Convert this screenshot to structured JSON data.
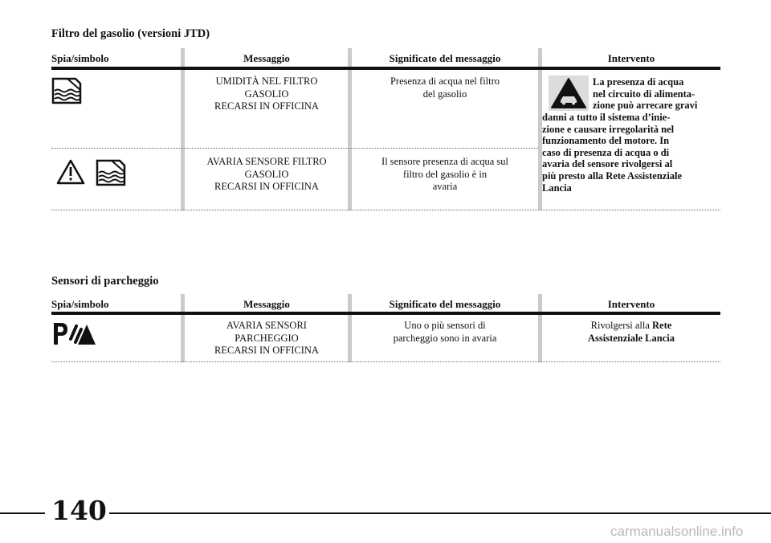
{
  "section1": {
    "title": "Filtro del gasolio (versioni JTD)",
    "headers": [
      "Spia/simbolo",
      "Messaggio",
      "Significato del messaggio",
      "Intervento"
    ],
    "rows": [
      {
        "icons": [
          "fuel-filter-water-icon"
        ],
        "message": [
          "UMIDITÀ NEL FILTRO",
          "GASOLIO",
          "RECARSI IN OFFICINA"
        ],
        "meaning": [
          "Presenza di acqua nel filtro",
          "del gasolio"
        ]
      },
      {
        "icons": [
          "warning-triangle-icon",
          "fuel-filter-water-icon"
        ],
        "message": [
          "AVARIA SENSORE FILTRO",
          "GASOLIO",
          "RECARSI IN OFFICINA"
        ],
        "meaning": [
          "Il sensore presenza di acqua sul",
          "filtro del gasolio è in",
          "avaria"
        ]
      }
    ],
    "intervention": {
      "icon": "car-warning-icon",
      "lines": [
        "La presenza di acqua",
        "nel circuito di alimenta-",
        "zione può arrecare gravi",
        "danni a tutto il sistema d’inie-",
        "zione e causare irregolarità nel",
        "funzionamento del motore. In",
        "caso di presenza di acqua o di",
        "avaria del sensore rivolgersi al",
        "più presto alla Rete Assistenziale",
        "Lancia"
      ]
    }
  },
  "section2": {
    "title": "Sensori di parcheggio",
    "headers": [
      "Spia/simbolo",
      "Messaggio",
      "Significato del messaggio",
      "Intervento"
    ],
    "row": {
      "icon": "parking-sensor-icon",
      "message": [
        "AVARIA SENSORI",
        "PARCHEGGIO",
        "RECARSI IN OFFICINA"
      ],
      "meaning": [
        "Uno o più sensori di",
        "parcheggio sono in avaria"
      ],
      "intervention_prefix": "Rivolgersi alla ",
      "intervention_bold": "Rete",
      "intervention_line2": "Assistenziale Lancia"
    }
  },
  "page_number": "140",
  "watermark": "carmanualsonline.info"
}
